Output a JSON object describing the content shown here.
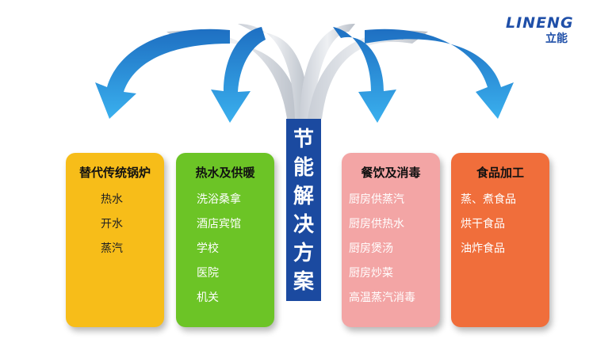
{
  "logo": {
    "wordmark": "LINENG",
    "subtitle": "立能"
  },
  "center": {
    "chars": [
      "节",
      "能",
      "解",
      "决",
      "方",
      "案"
    ]
  },
  "cards": [
    {
      "title": "替代传统锅炉",
      "items": [
        "热水",
        "开水",
        "蒸汽"
      ],
      "color": "#f7bd19"
    },
    {
      "title": "热水及供暖",
      "items": [
        "洗浴桑拿",
        "酒店宾馆",
        "学校",
        "医院",
        "机关"
      ],
      "color": "#6cc426"
    },
    {
      "title": "餐饮及消毒",
      "items": [
        "厨房供蒸汽",
        "厨房供热水",
        "厨房煲汤",
        "厨房炒菜",
        "高温蒸汽消毒"
      ],
      "color": "#f3a5a5"
    },
    {
      "title": "食品加工",
      "items": [
        "蒸、煮食品",
        "烘干食品",
        "油炸食品"
      ],
      "color": "#f06e3b"
    }
  ],
  "arrow_color": "#2e9be0"
}
